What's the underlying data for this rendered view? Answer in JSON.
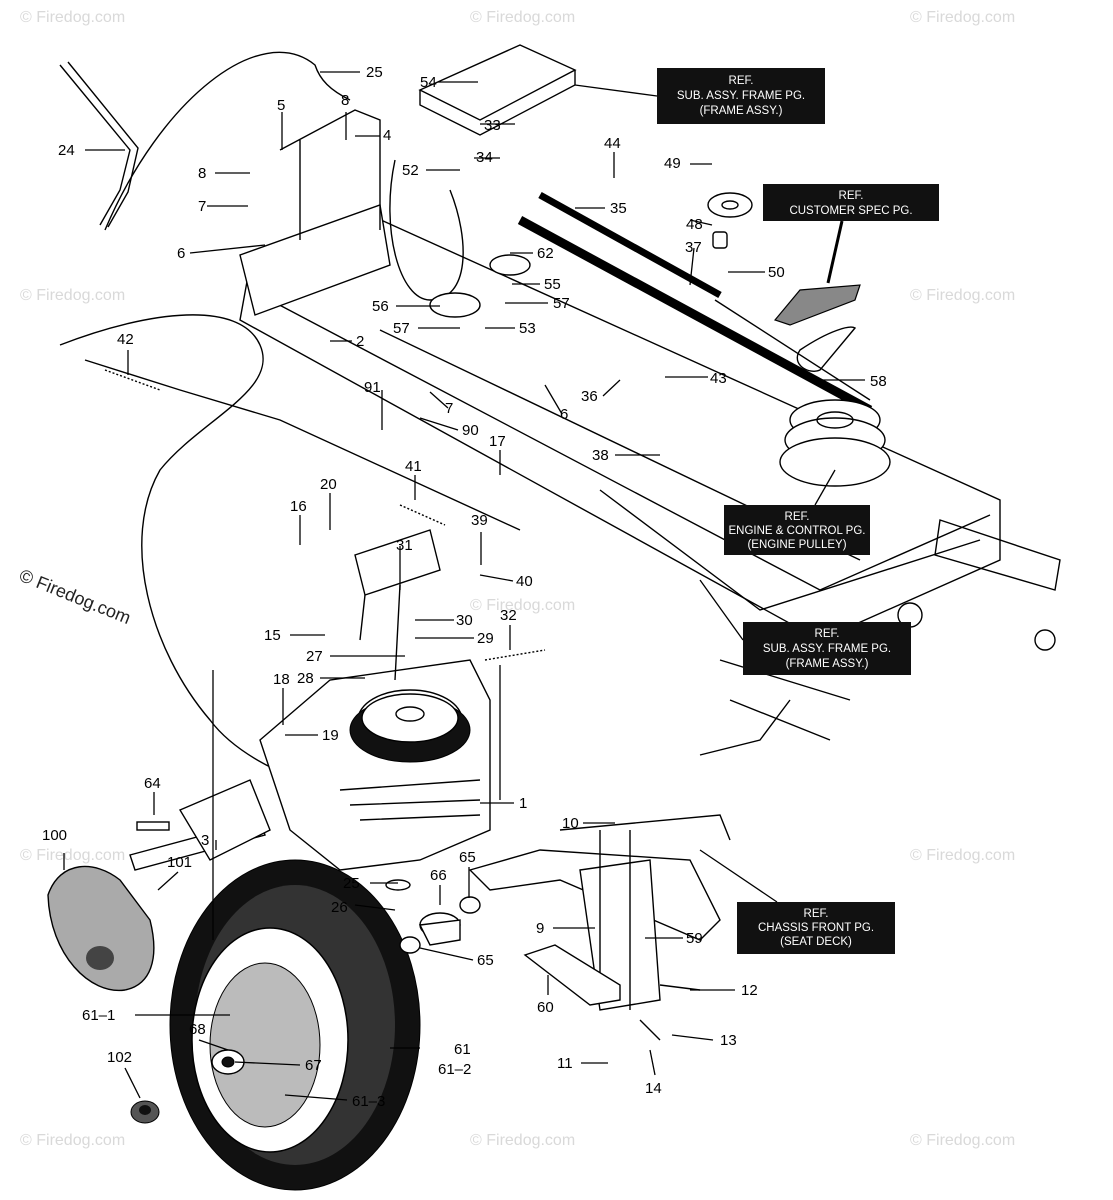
{
  "watermark": {
    "repeat_text": "© Firedog.com",
    "main_text": "© Firedog.com"
  },
  "ref_boxes": [
    {
      "lines": [
        "REF.",
        "SUB. ASSY. FRAME PG.",
        "(FRAME ASSY.)"
      ]
    },
    {
      "lines": [
        "REF.",
        "CUSTOMER SPEC PG."
      ]
    },
    {
      "lines": [
        "REF.",
        "ENGINE & CONTROL PG.",
        "(ENGINE PULLEY)"
      ]
    },
    {
      "lines": [
        "REF.",
        "SUB. ASSY. FRAME PG.",
        "(FRAME ASSY.)"
      ]
    },
    {
      "lines": [
        "REF.",
        "CHASSIS FRONT PG.",
        "(SEAT DECK)"
      ]
    }
  ],
  "callouts": [
    "25",
    "54",
    "5",
    "8",
    "4",
    "33",
    "44",
    "49",
    "24",
    "34",
    "52",
    "8",
    "7",
    "35",
    "48",
    "6",
    "62",
    "37",
    "50",
    "55",
    "57",
    "56",
    "57",
    "53",
    "42",
    "2",
    "58",
    "43",
    "91",
    "7",
    "36",
    "90",
    "6",
    "17",
    "38",
    "41",
    "20",
    "16",
    "39",
    "31",
    "40",
    "30",
    "32",
    "15",
    "29",
    "27",
    "28",
    "18",
    "19",
    "64",
    "1",
    "10",
    "3",
    "100",
    "101",
    "25",
    "65",
    "66",
    "26",
    "9",
    "59",
    "65",
    "12",
    "60",
    "13",
    "11",
    "14",
    "61–1",
    "68",
    "61",
    "61–2",
    "67",
    "102",
    "61–3"
  ]
}
